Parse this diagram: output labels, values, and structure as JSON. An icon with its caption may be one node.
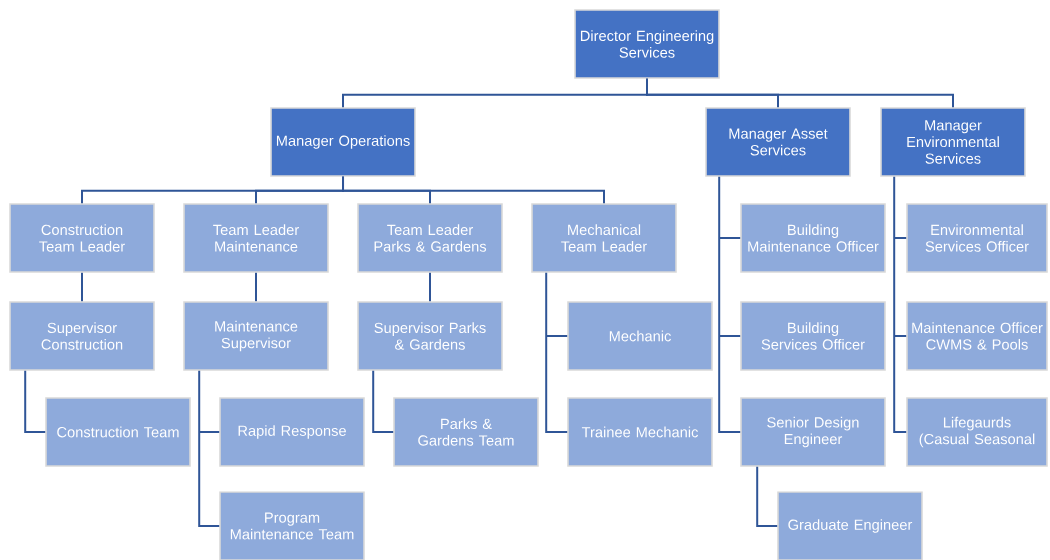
{
  "diagram": {
    "nodes": [
      {
        "text": [
          "Director Engineering Services"
        ]
      },
      {
        "text": [
          "Manager Operations"
        ]
      },
      {
        "text": [
          "Manager Asset Services"
        ]
      },
      {
        "text": [
          "Manager Environmental Services"
        ]
      },
      {
        "text": [
          "Construction Team Leader"
        ]
      },
      {
        "text": [
          "Team Leader Maintenance"
        ]
      },
      {
        "text": [
          "Team Leader Parks & Gardens"
        ]
      },
      {
        "text": [
          "Mechanical Team Leader"
        ]
      },
      {
        "text": [
          "Building Maintenance Officer"
        ]
      },
      {
        "text": [
          "Environmental Services Officer"
        ]
      },
      {
        "text": [
          "Supervisor Construction"
        ]
      },
      {
        "text": [
          "Maintenance Supervisor"
        ]
      },
      {
        "text": [
          "Supervisor Parks & Gardens"
        ]
      },
      {
        "text": [
          "Mechanic"
        ]
      },
      {
        "text": [
          "Building Services Officer"
        ]
      },
      {
        "text": [
          "Maintenance Officer CWMS & Pools"
        ]
      },
      {
        "text": [
          "Construction Team"
        ]
      },
      {
        "text": [
          "Rapid Response"
        ]
      },
      {
        "text": [
          "Parks & Gardens Team"
        ]
      },
      {
        "text": [
          "Trainee Mechanic"
        ]
      },
      {
        "text": [
          "Senior Design Engineer"
        ]
      },
      {
        "text": [
          "Lifegaurds (Casual Seasonal"
        ]
      },
      {
        "text": [
          "Program Maintenance Team"
        ]
      },
      {
        "text": [
          "Graduate Engineer"
        ]
      }
    ],
    "edges": [
      {
        "from": 0,
        "to": 1,
        "arrow": "none"
      },
      {
        "from": 0,
        "to": 2,
        "arrow": "none"
      },
      {
        "from": 0,
        "to": 3,
        "arrow": "none"
      },
      {
        "from": 1,
        "to": 4,
        "arrow": "none"
      },
      {
        "from": 1,
        "to": 5,
        "arrow": "none"
      },
      {
        "from": 1,
        "to": 6,
        "arrow": "none"
      },
      {
        "from": 1,
        "to": 7,
        "arrow": "none"
      },
      {
        "from": 2,
        "to": 8,
        "arrow": "none"
      },
      {
        "from": 2,
        "to": 14,
        "arrow": "none"
      },
      {
        "from": 2,
        "to": 20,
        "arrow": "none"
      },
      {
        "from": 3,
        "to": 9,
        "arrow": "none"
      },
      {
        "from": 3,
        "to": 15,
        "arrow": "none"
      },
      {
        "from": 3,
        "to": 21,
        "arrow": "none"
      },
      {
        "from": 4,
        "to": 10,
        "arrow": "none"
      },
      {
        "from": 5,
        "to": 11,
        "arrow": "none"
      },
      {
        "from": 6,
        "to": 12,
        "arrow": "none"
      },
      {
        "from": 7,
        "to": 13,
        "arrow": "none"
      },
      {
        "from": 7,
        "to": 19,
        "arrow": "none"
      },
      {
        "from": 10,
        "to": 16,
        "arrow": "none"
      },
      {
        "from": 11,
        "to": 17,
        "arrow": "none"
      },
      {
        "from": 11,
        "to": 22,
        "arrow": "none"
      },
      {
        "from": 12,
        "to": 18,
        "arrow": "none"
      },
      {
        "from": 20,
        "to": 23,
        "arrow": "none"
      }
    ]
  }
}
